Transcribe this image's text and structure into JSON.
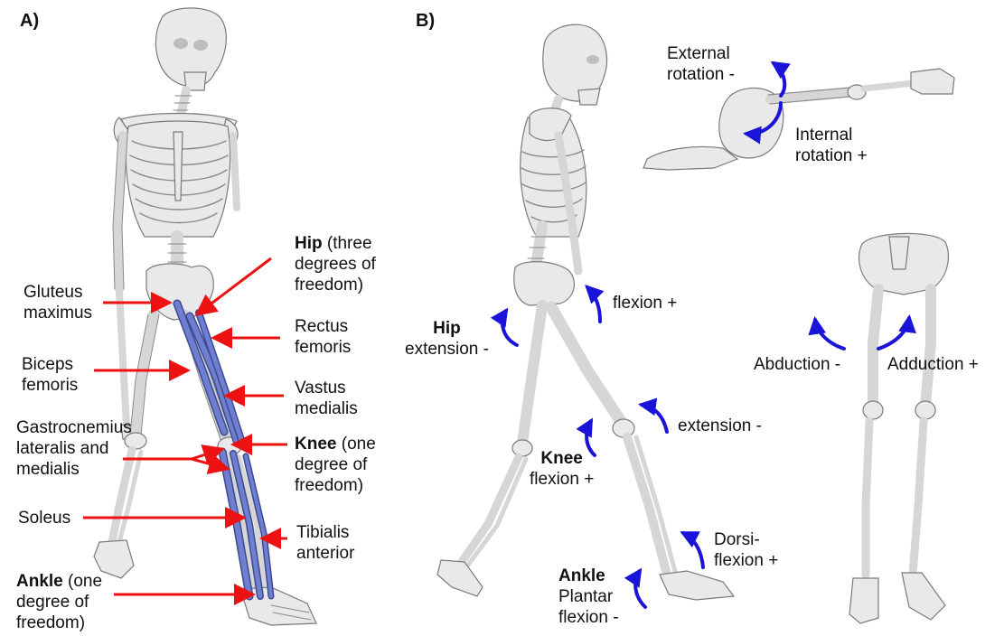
{
  "panels": {
    "a_label": "A)",
    "b_label": "B)"
  },
  "panel_a": {
    "hip": {
      "bold": "Hip",
      "rest_line1": " (three",
      "line2": "degrees of",
      "line3": "freedom)"
    },
    "gluteus": {
      "line1": "Gluteus",
      "line2": "maximus"
    },
    "rectus": {
      "line1": "Rectus",
      "line2": "femoris"
    },
    "biceps": {
      "line1": "Biceps",
      "line2": "femoris"
    },
    "vastus": {
      "line1": "Vastus",
      "line2": "medialis"
    },
    "gastro": {
      "line1": "Gastrocnemius",
      "line2": "lateralis and",
      "line3": "medialis"
    },
    "knee": {
      "bold": "Knee",
      "rest_line1": " (one",
      "line2": "degree of",
      "line3": "freedom)"
    },
    "soleus": "Soleus",
    "tibialis": {
      "line1": "Tibialis",
      "line2": "anterior"
    },
    "ankle": {
      "bold": "Ankle",
      "rest_line1": " (one",
      "line2": "degree of",
      "line3": "freedom)"
    }
  },
  "panel_b": {
    "external": {
      "line1": "External",
      "line2": "rotation -"
    },
    "internal": {
      "line1": "Internal",
      "line2": "rotation +"
    },
    "hip_flexion": "flexion +",
    "hip": {
      "bold": "Hip",
      "line2": "extension -"
    },
    "abduction": "Abduction -",
    "adduction": "Adduction +",
    "knee_extension": "extension -",
    "knee": {
      "bold": "Knee",
      "line2": "flexion +"
    },
    "dorsi": {
      "line1": "Dorsi-",
      "line2": "flexion +"
    },
    "ankle": {
      "bold": "Ankle",
      "line2": "Plantar",
      "line3": "flexion -"
    }
  },
  "colors": {
    "label_arrow": "#ee1111",
    "motion_arrow": "#1a14d8",
    "muscle": "#6f7fcf",
    "bone": "#e9e9e9"
  }
}
